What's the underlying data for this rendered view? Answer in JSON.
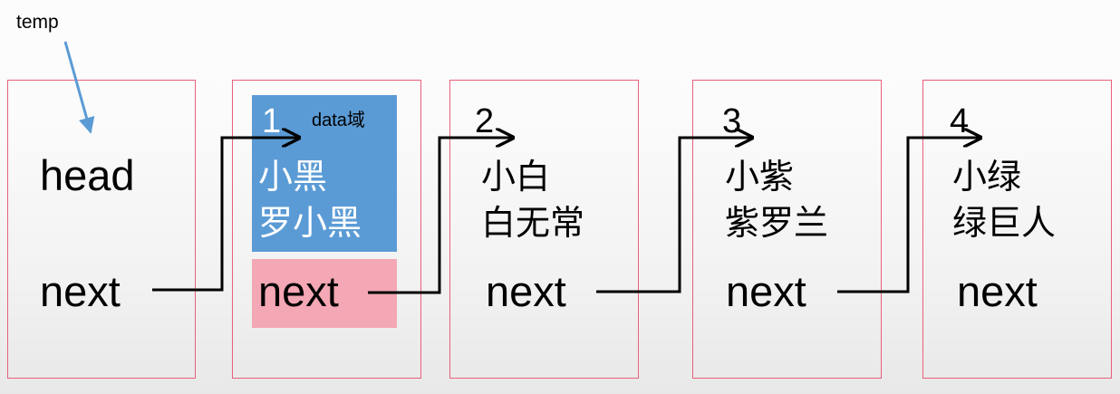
{
  "diagram": {
    "title": "linked-list-node-diagram",
    "pointer_annotation": {
      "label": "temp",
      "arrow_color": "#5b9bd5",
      "target": "head-node"
    },
    "colors": {
      "box_border": "#e8607a",
      "data_field_fill": "#5b9bd5",
      "next_field_fill": "#f4a7b4",
      "connector": "#000000",
      "background_top": "#fcfcfc",
      "background_bottom": "#e8e8e8"
    },
    "head_node": {
      "title": "head",
      "next_label": "next"
    },
    "data_domain_label": "data域",
    "nodes": [
      {
        "index": "1",
        "name": "小黑",
        "full_name": "罗小黑",
        "next_label": "next",
        "highlighted": true
      },
      {
        "index": "2",
        "name": "小白",
        "full_name": "白无常",
        "next_label": "next",
        "highlighted": false
      },
      {
        "index": "3",
        "name": "小紫",
        "full_name": "紫罗兰",
        "next_label": "next",
        "highlighted": false
      },
      {
        "index": "4",
        "name": "小绿",
        "full_name": "绿巨人",
        "next_label": "next",
        "highlighted": false
      }
    ]
  }
}
